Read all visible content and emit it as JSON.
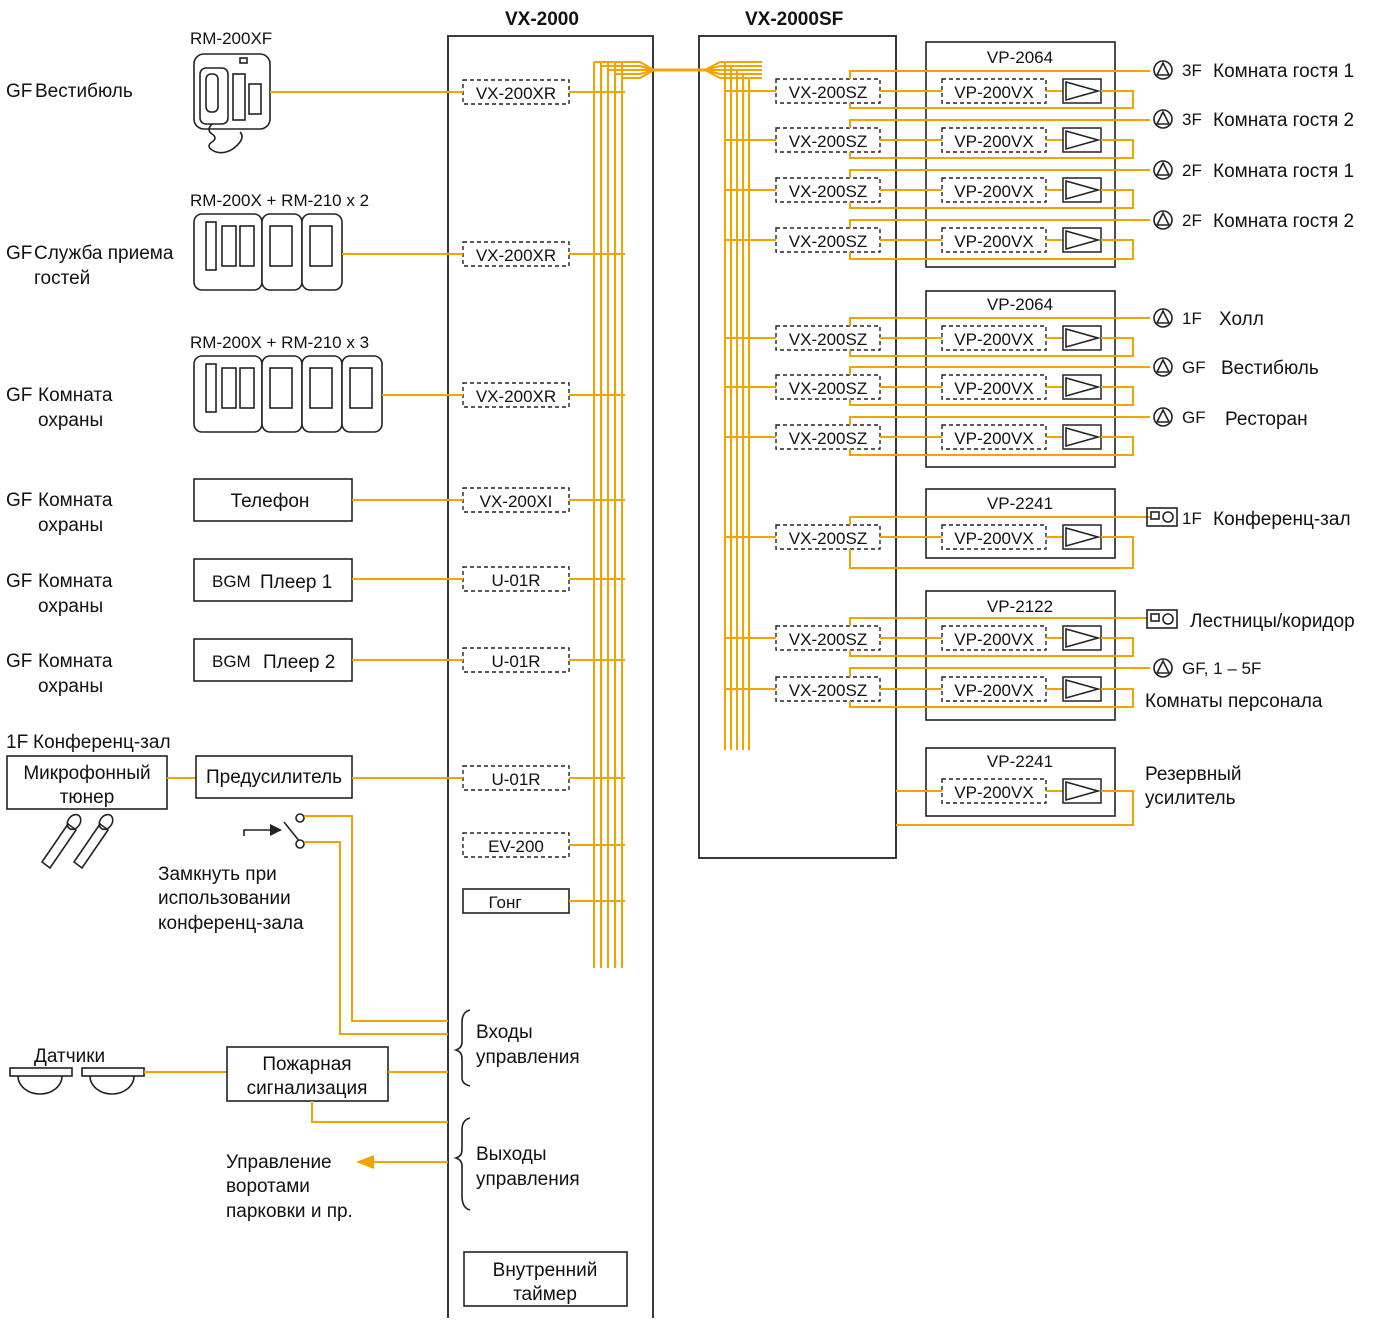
{
  "colors": {
    "wire": "#f0a400",
    "line": "#222222"
  },
  "vx2000": {
    "title": "VX-2000",
    "modules": [
      "VX-200XR",
      "VX-200XR",
      "VX-200XR",
      "VX-200XI",
      "U-01R",
      "U-01R",
      "U-01R",
      "EV-200",
      "Гонг"
    ],
    "ctrl_in": [
      "Входы",
      "управления"
    ],
    "ctrl_out": [
      "Выходы",
      "управления"
    ],
    "timer": [
      "Внутренний",
      "таймер"
    ]
  },
  "vx2000sf": {
    "title": "VX-2000SF",
    "zone_module": "VX-200SZ",
    "amp_module": "VP-200VX"
  },
  "inputs": {
    "lobby": {
      "floor": "GF",
      "name": "Вестибюль",
      "device": "RM-200XF"
    },
    "reception": {
      "floor": "GF",
      "name_l1": "Служба приема",
      "name_l2": "гостей",
      "device": "RM-200X + RM-210 x 2"
    },
    "security": {
      "floor": "GF",
      "name_l1": "Комната",
      "name_l2": "охраны",
      "device": "RM-200X + RM-210 x 3"
    },
    "phone": {
      "floor": "GF",
      "name_l1": "Комната",
      "name_l2": "охраны",
      "device": "Телефон"
    },
    "bgm1": {
      "floor": "GF",
      "name_l1": "Комната",
      "name_l2": "охраны",
      "device_pre": "BGM",
      "device": "Плеер 1"
    },
    "bgm2": {
      "floor": "GF",
      "name_l1": "Комната",
      "name_l2": "охраны",
      "device_pre": "BGM",
      "device": "Плеер 2"
    },
    "conf": {
      "floor": "1F",
      "name": "Конференц-зал",
      "tuner_l1": "Микрофонный",
      "tuner_l2": "тюнер",
      "preamp": "Предусилитель"
    },
    "switch_note": [
      "Замкнуть при",
      "использовании",
      "конференц-зала"
    ],
    "sensors": "Датчики",
    "fire": [
      "Пожарная",
      "сигнализация"
    ],
    "gate": [
      "Управление",
      "воротами",
      "парковки и пр."
    ]
  },
  "frames": [
    "VP-2064",
    "VP-2064",
    "VP-2241",
    "VP-2122",
    "VP-2241"
  ],
  "zones": [
    {
      "floor": "3F",
      "name": "Комната гостя 1"
    },
    {
      "floor": "3F",
      "name": "Комната гостя 2"
    },
    {
      "floor": "2F",
      "name": "Комната гостя 1"
    },
    {
      "floor": "2F",
      "name": "Комната гостя 2"
    },
    {
      "floor": "1F",
      "name": "Холл"
    },
    {
      "floor": "GF",
      "name": "Вестибюль"
    },
    {
      "floor": "GF",
      "name": "Ресторан"
    },
    {
      "floor": "1F",
      "name": "Конференц-зал"
    },
    {
      "floor": "",
      "name": "Лестницы/коридор"
    },
    {
      "floor": "GF, 1 – 5F",
      "name": "Комнаты персонала"
    }
  ],
  "spare": [
    "Резервный",
    "усилитель"
  ]
}
